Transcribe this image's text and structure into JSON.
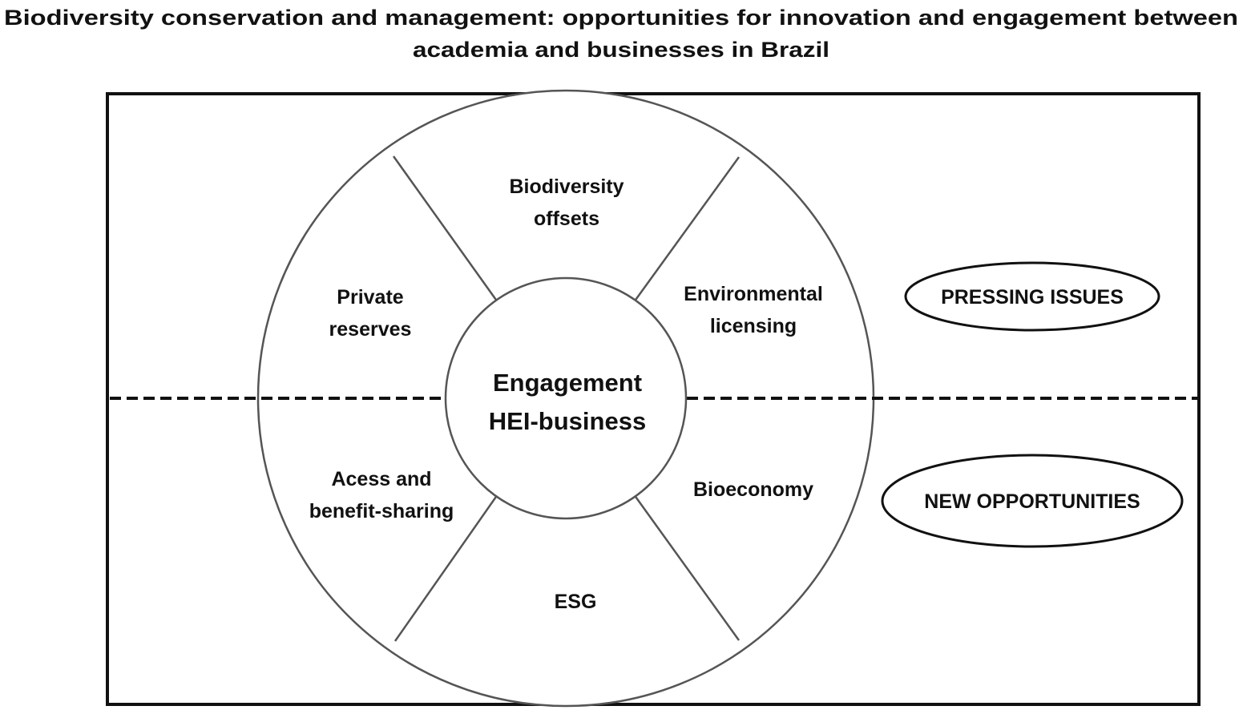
{
  "title": {
    "line1": "Biodiversity conservation and management: opportunities for innovation and engagement between",
    "line2": "academia and businesses in Brazil"
  },
  "center": {
    "line1": "Engagement",
    "line2": "HEI-business"
  },
  "segments": {
    "biodiversity_offsets": {
      "line1": "Biodiversity",
      "line2": "offsets"
    },
    "private_reserves": {
      "line1": "Private",
      "line2": "reserves"
    },
    "environmental_licensing": {
      "line1": "Environmental",
      "line2": "licensing"
    },
    "access_benefit_sharing": {
      "line1": "Acess and",
      "line2": "benefit-sharing"
    },
    "bioeconomy": {
      "line1": "Bioeconomy"
    },
    "esg": {
      "line1": "ESG"
    }
  },
  "categories": {
    "pressing_issues": "PRESSING ISSUES",
    "new_opportunities": "NEW OPPORTUNITIES"
  }
}
